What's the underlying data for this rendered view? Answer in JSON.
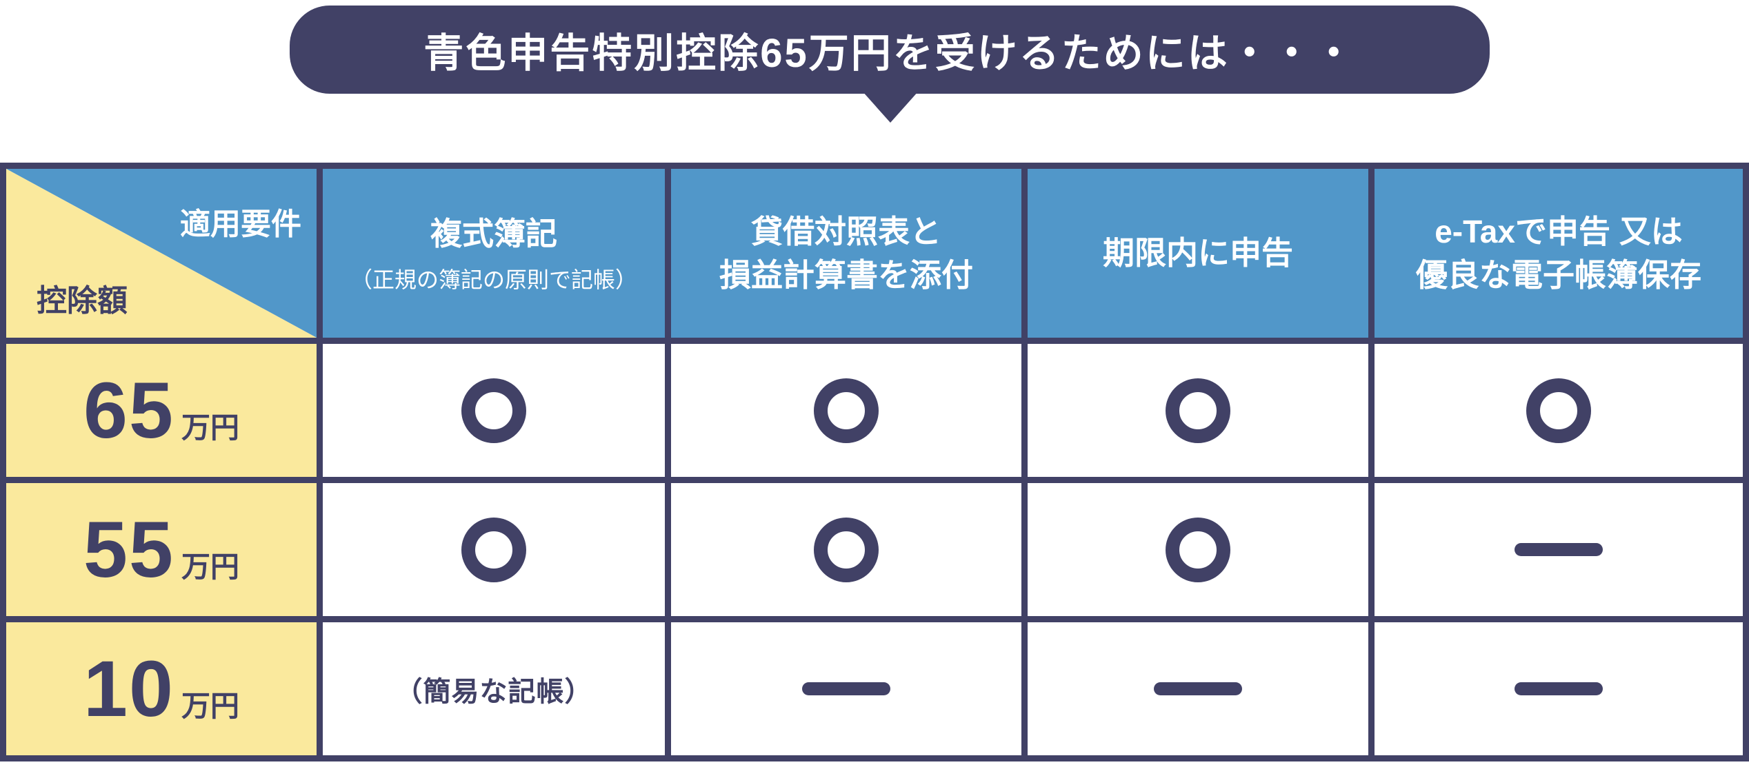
{
  "colors": {
    "navy": "#414166",
    "blue": "#5197c9",
    "yellow": "#fae99d",
    "white": "#ffffff"
  },
  "header": {
    "title": "青色申告特別控除65万円を受けるためには・・・"
  },
  "table": {
    "corner": {
      "top_right_label": "適用要件",
      "bottom_left_label": "控除額"
    },
    "columns": [
      {
        "title": "複式簿記",
        "subtitle": "（正規の簿記の原則で記帳）"
      },
      {
        "title": "貸借対照表と\n損益計算書を添付",
        "subtitle": ""
      },
      {
        "title": "期限内に申告",
        "subtitle": ""
      },
      {
        "title": "e-Taxで申告 又は\n優良な電子帳簿保存",
        "subtitle": ""
      }
    ],
    "rows": [
      {
        "amount": "65",
        "unit": "万円",
        "cells": [
          "circle",
          "circle",
          "circle",
          "circle"
        ]
      },
      {
        "amount": "55",
        "unit": "万円",
        "cells": [
          "circle",
          "circle",
          "circle",
          "dash"
        ]
      },
      {
        "amount": "10",
        "unit": "万円",
        "cells": [
          "（簡易な記帳）",
          "dash",
          "dash",
          "dash"
        ]
      }
    ]
  },
  "chart_data": {
    "type": "table",
    "title": "青色申告特別控除65万円を受けるためには・・・",
    "corner_labels": {
      "columns_axis": "適用要件",
      "rows_axis": "控除額"
    },
    "columns": [
      "複式簿記（正規の簿記の原則で記帳）",
      "貸借対照表と損益計算書を添付",
      "期限内に申告",
      "e-Taxで申告 又は 優良な電子帳簿保存"
    ],
    "rows": [
      "65万円",
      "55万円",
      "10万円"
    ],
    "values": [
      [
        "○",
        "○",
        "○",
        "○"
      ],
      [
        "○",
        "○",
        "○",
        "—"
      ],
      [
        "（簡易な記帳）",
        "—",
        "—",
        "—"
      ]
    ]
  }
}
